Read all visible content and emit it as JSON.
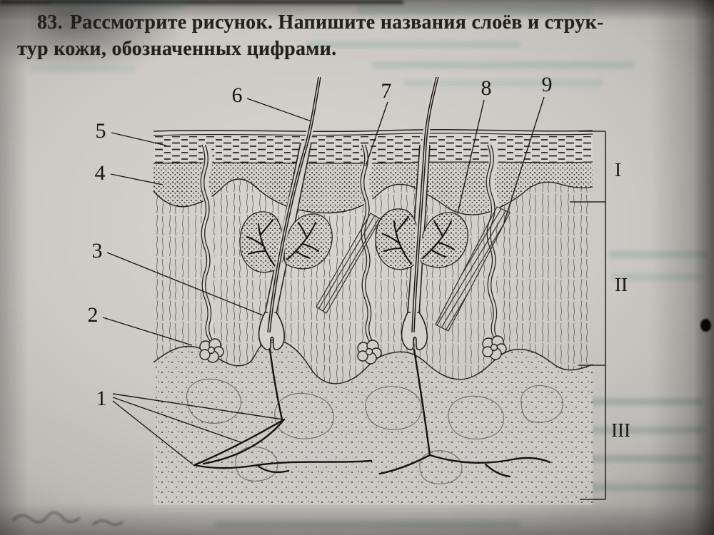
{
  "header": {
    "number": "83.",
    "line1": "Рассмотрите рисунок. Напишите названия слоёв и струк-",
    "line2": "тур кожи, обозначенных цифрами."
  },
  "diagram": {
    "numbers": [
      "1",
      "2",
      "3",
      "4",
      "5",
      "6",
      "7",
      "8",
      "9"
    ],
    "layers": [
      "I",
      "II",
      "III"
    ],
    "ink_color": "#24211e",
    "paper_color": "#cdcac5"
  }
}
